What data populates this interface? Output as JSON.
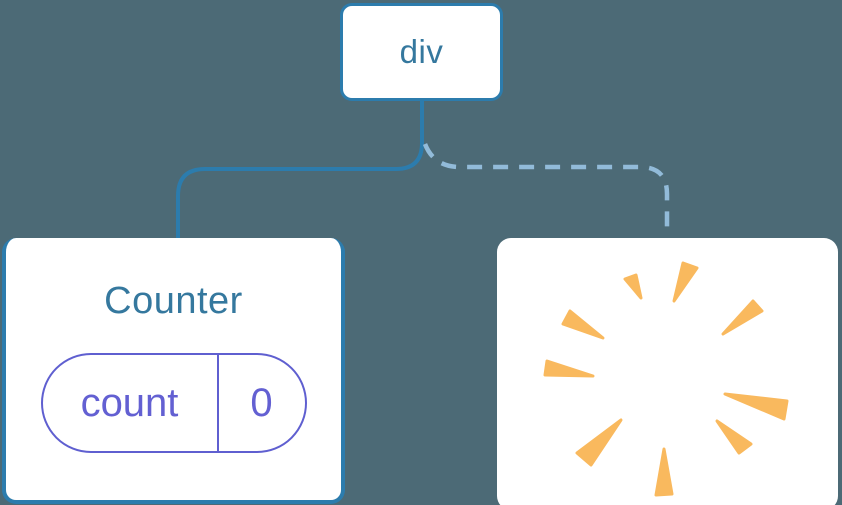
{
  "diagram": {
    "description": "component tree",
    "nodes": {
      "root": {
        "label": "div"
      },
      "counter": {
        "title": "Counter",
        "state_key": "count",
        "state_value": "0"
      },
      "removed": {
        "icon": "poof-icon"
      }
    },
    "edges": [
      {
        "from": "div",
        "to": "Counter",
        "style": "solid"
      },
      {
        "from": "div",
        "to": "removed",
        "style": "dashed"
      }
    ]
  },
  "colors": {
    "background": "#4c6a76",
    "edge_solid": "#2c7cad",
    "edge_dashed": "#92bbd9",
    "node_border": "#2c7cad",
    "node_text": "#35789e",
    "state_purple": "#5f5fd0",
    "poof_orange": "#f9b95e",
    "box_white": "#ffffff"
  }
}
